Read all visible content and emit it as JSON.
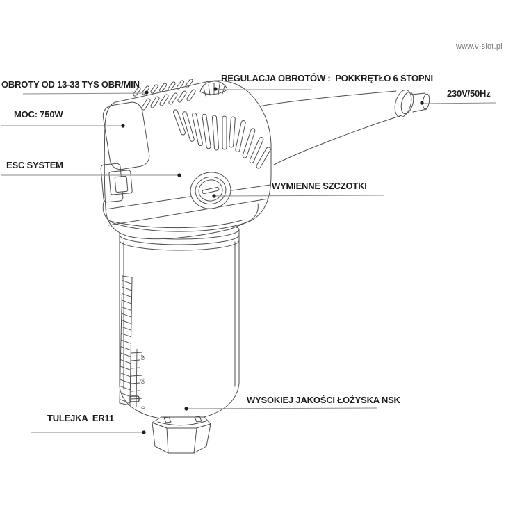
{
  "website": "www.v-slot.pl",
  "labels": {
    "obroty": "OBROTY OD 13-33 TYS OBR/MIN",
    "regulacja": "REGULACJA OBROTÓW :  POKKRĘTŁO 6 STOPNI",
    "voltage": "230V/50Hz",
    "moc": "MOC: 750W",
    "esc": "ESC SYSTEM",
    "szczotki": "WYMIENNE SZCZOTKI",
    "lozyska": "WYSOKIEJ JAKOŚCI ŁOŻYSKA NSK",
    "tulejka": "TULEJKA  ER11"
  },
  "scale": {
    "marks": [
      "40",
      "20",
      "0"
    ]
  },
  "colors": {
    "line": "#4d4d4d",
    "leader": "#8a8a8a",
    "text": "#1c1c1c",
    "website_text": "#767676",
    "background": "#ffffff"
  }
}
